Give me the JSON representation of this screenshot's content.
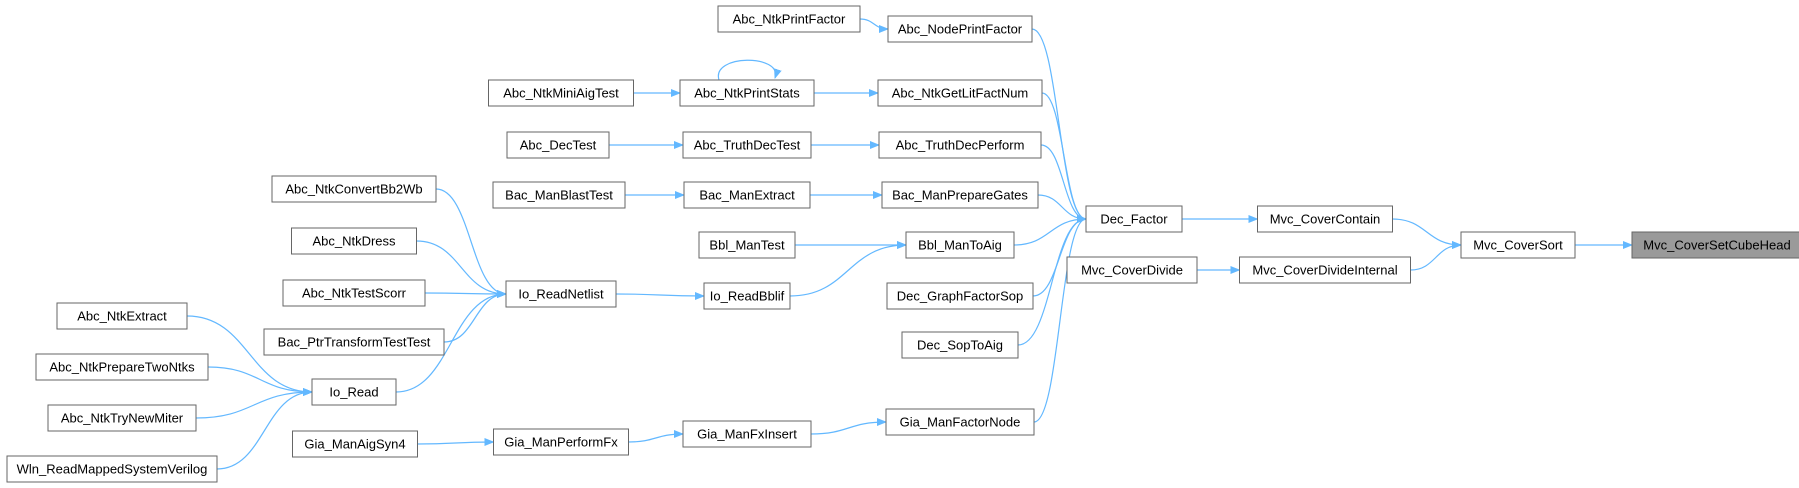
{
  "colors": {
    "edge": "#63b8ff",
    "highlight_fill": "#9a9a9a",
    "node_border": "#666666"
  },
  "nodes": [
    {
      "id": "n1",
      "label": "Mvc_CoverSetCubeHead",
      "highlight": true
    },
    {
      "id": "n2",
      "label": "Mvc_CoverSort"
    },
    {
      "id": "n3",
      "label": "Mvc_CoverContain"
    },
    {
      "id": "n4",
      "label": "Mvc_CoverDivideInternal"
    },
    {
      "id": "n5",
      "label": "Mvc_CoverDivide"
    },
    {
      "id": "n6",
      "label": "Dec_Factor"
    },
    {
      "id": "n7",
      "label": "Abc_NodePrintFactor"
    },
    {
      "id": "n8",
      "label": "Abc_NtkPrintFactor"
    },
    {
      "id": "n9",
      "label": "Abc_NtkGetLitFactNum"
    },
    {
      "id": "n10",
      "label": "Abc_NtkPrintStats"
    },
    {
      "id": "n11",
      "label": "Abc_NtkMiniAigTest"
    },
    {
      "id": "n12",
      "label": "Abc_TruthDecPerform"
    },
    {
      "id": "n13",
      "label": "Abc_TruthDecTest"
    },
    {
      "id": "n14",
      "label": "Abc_DecTest"
    },
    {
      "id": "n15",
      "label": "Bac_ManPrepareGates"
    },
    {
      "id": "n16",
      "label": "Bac_ManExtract"
    },
    {
      "id": "n17",
      "label": "Bac_ManBlastTest"
    },
    {
      "id": "n18",
      "label": "Bbl_ManToAig"
    },
    {
      "id": "n19",
      "label": "Bbl_ManTest"
    },
    {
      "id": "n20",
      "label": "Io_ReadBblif"
    },
    {
      "id": "n21",
      "label": "Io_ReadNetlist"
    },
    {
      "id": "n22",
      "label": "Abc_NtkConvertBb2Wb"
    },
    {
      "id": "n23",
      "label": "Abc_NtkDress"
    },
    {
      "id": "n24",
      "label": "Abc_NtkTestScorr"
    },
    {
      "id": "n25",
      "label": "Bac_PtrTransformTestTest"
    },
    {
      "id": "n26",
      "label": "Io_Read"
    },
    {
      "id": "n27",
      "label": "Abc_NtkExtract"
    },
    {
      "id": "n28",
      "label": "Abc_NtkPrepareTwoNtks"
    },
    {
      "id": "n29",
      "label": "Abc_NtkTryNewMiter"
    },
    {
      "id": "n30",
      "label": "Wln_ReadMappedSystemVerilog"
    },
    {
      "id": "n31",
      "label": "Dec_GraphFactorSop"
    },
    {
      "id": "n32",
      "label": "Dec_SopToAig"
    },
    {
      "id": "n33",
      "label": "Gia_ManFactorNode"
    },
    {
      "id": "n34",
      "label": "Gia_ManFxInsert"
    },
    {
      "id": "n35",
      "label": "Gia_ManPerformFx"
    },
    {
      "id": "n36",
      "label": "Gia_ManAigSyn4"
    }
  ],
  "edges": [
    [
      "n2",
      "n1"
    ],
    [
      "n3",
      "n2"
    ],
    [
      "n4",
      "n2"
    ],
    [
      "n5",
      "n4"
    ],
    [
      "n6",
      "n3"
    ],
    [
      "n7",
      "n6"
    ],
    [
      "n8",
      "n7"
    ],
    [
      "n9",
      "n6"
    ],
    [
      "n10",
      "n9"
    ],
    [
      "n10",
      "n10"
    ],
    [
      "n11",
      "n10"
    ],
    [
      "n12",
      "n6"
    ],
    [
      "n13",
      "n12"
    ],
    [
      "n14",
      "n13"
    ],
    [
      "n15",
      "n6"
    ],
    [
      "n16",
      "n15"
    ],
    [
      "n17",
      "n16"
    ],
    [
      "n18",
      "n6"
    ],
    [
      "n19",
      "n18"
    ],
    [
      "n20",
      "n18"
    ],
    [
      "n21",
      "n20"
    ],
    [
      "n22",
      "n21"
    ],
    [
      "n23",
      "n21"
    ],
    [
      "n24",
      "n21"
    ],
    [
      "n25",
      "n21"
    ],
    [
      "n26",
      "n21"
    ],
    [
      "n27",
      "n26"
    ],
    [
      "n28",
      "n26"
    ],
    [
      "n29",
      "n26"
    ],
    [
      "n30",
      "n26"
    ],
    [
      "n31",
      "n6"
    ],
    [
      "n32",
      "n6"
    ],
    [
      "n33",
      "n6"
    ],
    [
      "n34",
      "n33"
    ],
    [
      "n35",
      "n34"
    ],
    [
      "n36",
      "n35"
    ]
  ]
}
